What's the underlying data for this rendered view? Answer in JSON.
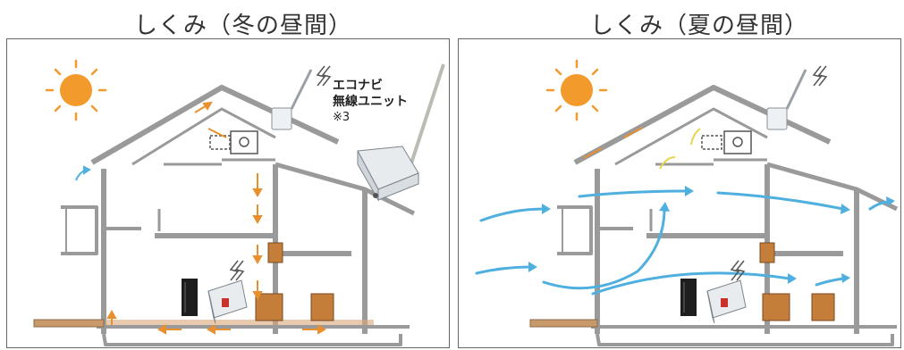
{
  "titles": {
    "winter": "しくみ（冬の昼間）",
    "summer": "しくみ（夏の昼間）"
  },
  "unit_label": {
    "line1": "エコナビ",
    "line2": "無線ユニット",
    "note": "※3"
  },
  "colors": {
    "sun": "#f39a2c",
    "warm_air": "#e8902e",
    "cool_air": "#4fb0e0",
    "wall": "#9a9a9a",
    "floor_wood": "#c89a6a"
  },
  "icons": [
    "sun-icon",
    "wireless-signal-icon",
    "wireless-unit-icon",
    "router-icon",
    "controller-icon"
  ]
}
